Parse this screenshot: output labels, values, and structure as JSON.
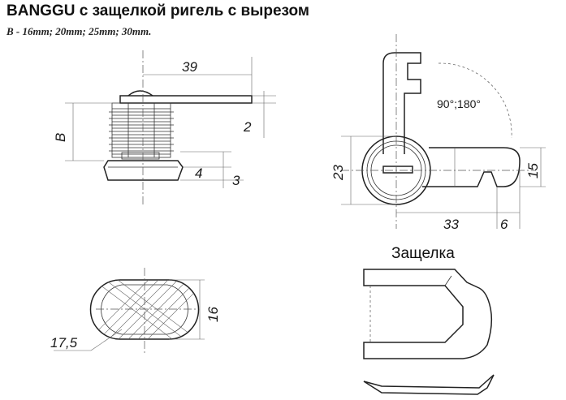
{
  "title": "BANGGU с защелкой ригель с вырезом",
  "sizes_line": "B - 16mm; 20mm; 25mm; 30mm.",
  "side_view": {
    "dim_width": "39",
    "dim_height": "B",
    "dim_plate": "2",
    "dim_head": "4",
    "dim_flange": "3"
  },
  "front_view": {
    "angle": "90°;180°",
    "dim_body": "23",
    "dim_length": "33",
    "dim_end": "6",
    "dim_cam_width": "15"
  },
  "section_view": {
    "dim_width": "16",
    "dim_diameter": "17,5"
  },
  "latch_view": {
    "caption": "Защелка"
  }
}
